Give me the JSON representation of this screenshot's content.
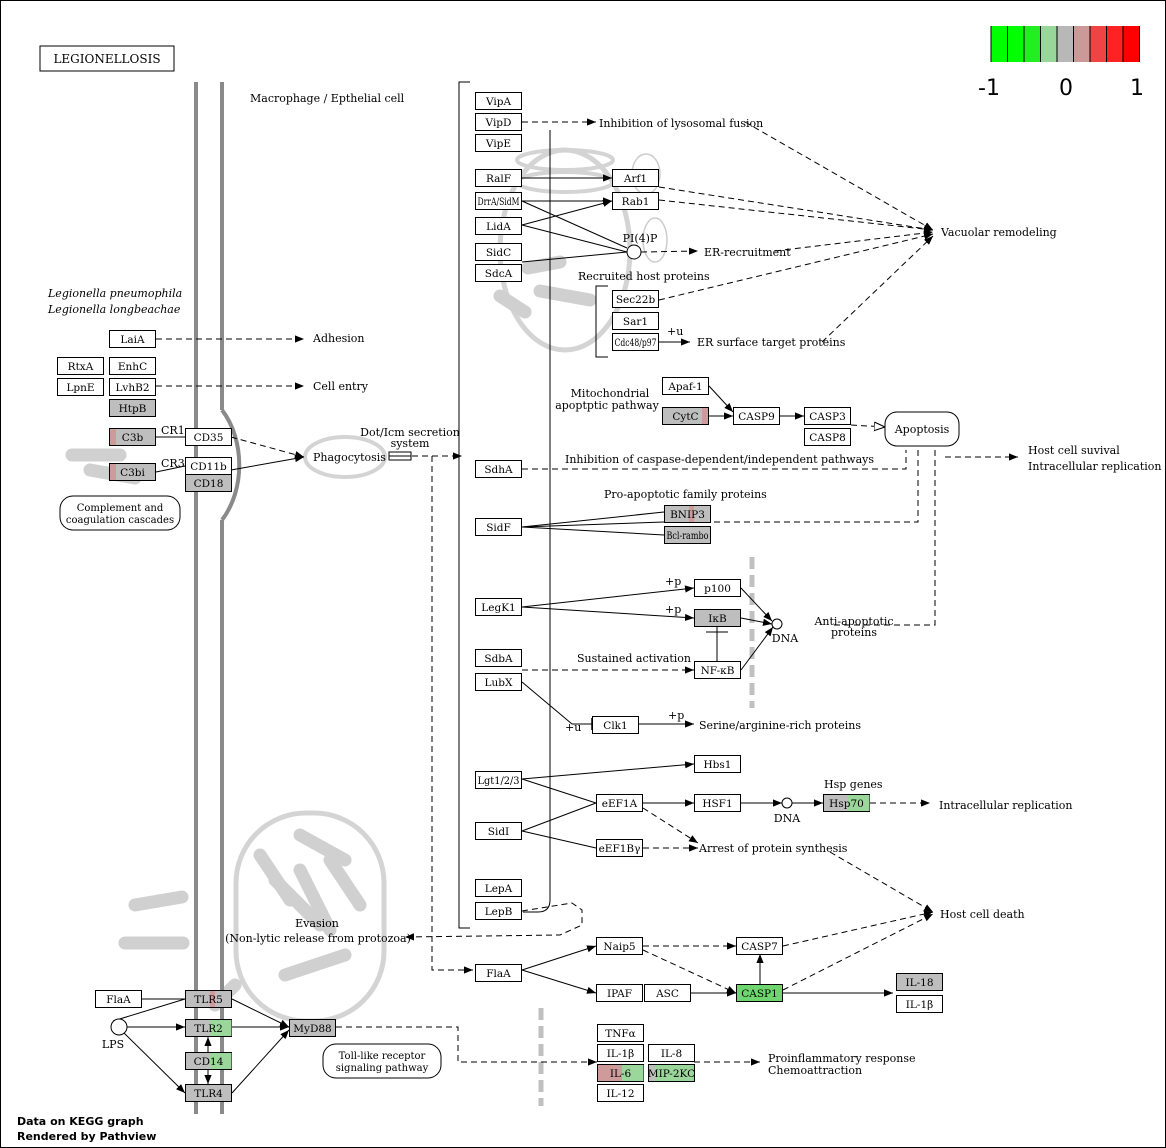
{
  "title": "LEGIONELLOSIS",
  "footer": {
    "line1": "Data on KEGG graph",
    "line2": "Rendered by  Pathview"
  },
  "legend": {
    "labels": [
      "-1",
      "0",
      "1"
    ],
    "colors": [
      "#00ff00",
      "#00ff00",
      "#22ee22",
      "#99d699",
      "#b8b8b8",
      "#cc9999",
      "#ee4444",
      "#ff2222",
      "#ff0000"
    ]
  },
  "colors": {
    "gray": "#bebebe",
    "white": "#ffffff",
    "green": "#6fd66f",
    "lightgreen": "#9bd69b",
    "pink": "#cf9a9a"
  },
  "genes": [
    {
      "id": "laia",
      "label": "LaiA",
      "fill": "white"
    },
    {
      "id": "rtxa",
      "label": "RtxA",
      "fill": "white"
    },
    {
      "id": "enhc",
      "label": "EnhC",
      "fill": "white"
    },
    {
      "id": "lpne",
      "label": "LpnE",
      "fill": "white"
    },
    {
      "id": "lvhb2",
      "label": "LvhB2",
      "fill": "white"
    },
    {
      "id": "htpb",
      "label": "HtpB",
      "fill": "gray"
    },
    {
      "id": "c3b",
      "label": "C3b",
      "fill": "gray",
      "mark": "pink-left"
    },
    {
      "id": "cd35",
      "label": "CD35",
      "fill": "white"
    },
    {
      "id": "c3bi",
      "label": "C3bi",
      "fill": "gray",
      "mark": "pink-left"
    },
    {
      "id": "cd11b",
      "label": "CD11b",
      "fill": "white"
    },
    {
      "id": "cd18",
      "label": "CD18",
      "fill": "gray"
    },
    {
      "id": "vipa",
      "label": "VipA",
      "fill": "white"
    },
    {
      "id": "vipd",
      "label": "VipD",
      "fill": "white"
    },
    {
      "id": "vipe",
      "label": "VipE",
      "fill": "white"
    },
    {
      "id": "ralf",
      "label": "RalF",
      "fill": "white"
    },
    {
      "id": "drra",
      "label": "DrrA/SidM",
      "fill": "white"
    },
    {
      "id": "lida",
      "label": "LidA",
      "fill": "white"
    },
    {
      "id": "sidc",
      "label": "SidC",
      "fill": "white"
    },
    {
      "id": "sdca",
      "label": "SdcA",
      "fill": "white"
    },
    {
      "id": "arf1",
      "label": "Arf1",
      "fill": "white"
    },
    {
      "id": "rab1",
      "label": "Rab1",
      "fill": "white"
    },
    {
      "id": "sec22b",
      "label": "Sec22b",
      "fill": "white"
    },
    {
      "id": "sar1",
      "label": "Sar1",
      "fill": "white"
    },
    {
      "id": "cdc48",
      "label": "Cdc48/p97",
      "fill": "white"
    },
    {
      "id": "apaf1",
      "label": "Apaf-1",
      "fill": "white"
    },
    {
      "id": "cytc",
      "label": "CytC",
      "fill": "gray",
      "mark": "pink-right"
    },
    {
      "id": "casp9",
      "label": "CASP9",
      "fill": "white"
    },
    {
      "id": "casp3",
      "label": "CASP3",
      "fill": "white"
    },
    {
      "id": "casp8",
      "label": "CASP8",
      "fill": "white"
    },
    {
      "id": "sdha",
      "label": "SdhA",
      "fill": "white"
    },
    {
      "id": "sidf",
      "label": "SidF",
      "fill": "white"
    },
    {
      "id": "bnip3",
      "label": "BNIP3",
      "fill": "gray",
      "mark": "pink-mid"
    },
    {
      "id": "bclrambo",
      "label": "Bcl-rambo",
      "fill": "gray"
    },
    {
      "id": "legk1",
      "label": "LegK1",
      "fill": "white"
    },
    {
      "id": "p100",
      "label": "p100",
      "fill": "white"
    },
    {
      "id": "ikb",
      "label": "IκB",
      "fill": "gray"
    },
    {
      "id": "sdba",
      "label": "SdbA",
      "fill": "white"
    },
    {
      "id": "nfkb",
      "label": "NF-κB",
      "fill": "white"
    },
    {
      "id": "lubx",
      "label": "LubX",
      "fill": "white"
    },
    {
      "id": "clk1",
      "label": "Clk1",
      "fill": "white"
    },
    {
      "id": "lgt",
      "label": "Lgt1/2/3",
      "fill": "white"
    },
    {
      "id": "hbs1",
      "label": "Hbs1",
      "fill": "white"
    },
    {
      "id": "eef1a",
      "label": "eEF1A",
      "fill": "white"
    },
    {
      "id": "hsf1",
      "label": "HSF1",
      "fill": "white"
    },
    {
      "id": "hsp70",
      "label": "Hsp70",
      "fill": "gray",
      "mark": "green-right"
    },
    {
      "id": "sidi",
      "label": "SidI",
      "fill": "white"
    },
    {
      "id": "eef1by",
      "label": "eEF1Bγ",
      "fill": "white"
    },
    {
      "id": "lepa",
      "label": "LepA",
      "fill": "white"
    },
    {
      "id": "lepb",
      "label": "LepB",
      "fill": "white"
    },
    {
      "id": "naip5",
      "label": "Naip5",
      "fill": "white"
    },
    {
      "id": "casp7",
      "label": "CASP7",
      "fill": "white"
    },
    {
      "id": "flaa2",
      "label": "FlaA",
      "fill": "white"
    },
    {
      "id": "ipaf",
      "label": "IPAF",
      "fill": "white"
    },
    {
      "id": "asc",
      "label": "ASC",
      "fill": "white"
    },
    {
      "id": "casp1",
      "label": "CASP1",
      "fill": "green"
    },
    {
      "id": "il18",
      "label": "IL-18",
      "fill": "gray"
    },
    {
      "id": "il1b2",
      "label": "IL-1β",
      "fill": "white"
    },
    {
      "id": "flaa1",
      "label": "FlaA",
      "fill": "white"
    },
    {
      "id": "tlr5",
      "label": "TLR5",
      "fill": "gray",
      "mark": "pink-mid"
    },
    {
      "id": "tlr2",
      "label": "TLR2",
      "fill": "gray",
      "mark": "green-right"
    },
    {
      "id": "cd14",
      "label": "CD14",
      "fill": "gray",
      "mark": "green-right"
    },
    {
      "id": "tlr4",
      "label": "TLR4",
      "fill": "gray"
    },
    {
      "id": "myd88",
      "label": "MyD88",
      "fill": "gray"
    },
    {
      "id": "tnfa",
      "label": "TNFα",
      "fill": "white"
    },
    {
      "id": "il1b1",
      "label": "IL-1β",
      "fill": "white"
    },
    {
      "id": "il8",
      "label": "IL-8",
      "fill": "white"
    },
    {
      "id": "il6",
      "label": "IL-6",
      "fill": "pink",
      "mark": "green-right"
    },
    {
      "id": "mip2",
      "label": "MIP-2KC",
      "fill": "lightgreen",
      "mark": "gray-left"
    },
    {
      "id": "il12",
      "label": "IL-12",
      "fill": "white"
    }
  ],
  "compounds": [
    {
      "id": "pi4p",
      "label": "PI(4)P"
    },
    {
      "id": "dna1",
      "label": "DNA"
    },
    {
      "id": "dna2",
      "label": "DNA"
    },
    {
      "id": "lps",
      "label": "LPS"
    }
  ],
  "maps": [
    {
      "id": "apoptosis",
      "label": "Apoptosis"
    },
    {
      "id": "complement",
      "line1": "Complement and",
      "line2": "coagulation cascades"
    },
    {
      "id": "tlr-pathway",
      "line1": "Toll-like receptor",
      "line2": "signaling pathway"
    }
  ],
  "labels": {
    "macrophage": "Macrophage / Epthelial cell",
    "species1": "Legionella pneumophila",
    "species2": "Legionella longbeachae",
    "adhesion": "Adhesion",
    "cellentry": "Cell entry",
    "phagocytosis": "Phagocytosis",
    "dot1": "Dot/Icm secretion",
    "dot2": "system",
    "cr1": "CR1",
    "cr3": "CR3",
    "lysosomal": "Inhibition of lysosomal fusion",
    "vacuolar": "Vacuolar remodeling",
    "erRecruit": "ER-recruitment",
    "recruited": "Recruited host proteins",
    "erSurface": "ER surface target proteins",
    "mito1": "Mitochondrial",
    "mito2": "apoptptic pathway",
    "hostSurvival1": "Host cell suvival",
    "hostSurvival2": "Intracellular replication",
    "caspInhib": "Inhibition of caspase-dependent/independent pathways",
    "proApop": "Pro-apoptotic family proteins",
    "antiApop1": "Anti-apoptotic",
    "antiApop2": "proteins",
    "sustained": "Sustained activation",
    "serine": "Serine/arginine-rich proteins",
    "hspGenes": "Hsp genes",
    "intraRep": "Intracellular replication",
    "arrest": "Arrest of protein synthesis",
    "hostDeath": "Host cell death",
    "evasion1": "Evasion",
    "evasion2": "(Non-lytic release from protozoa)",
    "proinflam1": "Proinflammatory response",
    "proinflam2": "Chemoattraction",
    "plusP": "+p",
    "plusU": "+u"
  }
}
